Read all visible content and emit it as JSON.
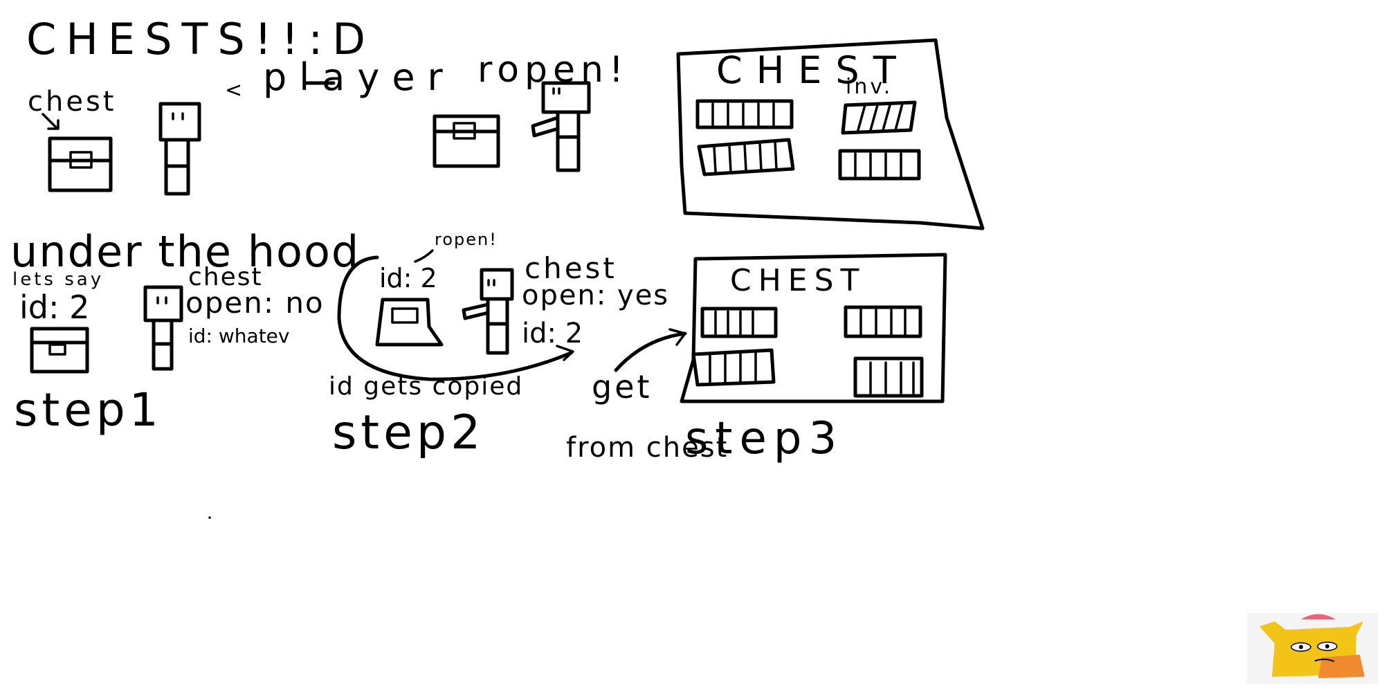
{
  "title": "CHESTS!!:D",
  "top": {
    "chest_label": "chest",
    "player_label": "player",
    "open_label": "ropen!",
    "chest_panel_title": "CHEST",
    "inv_label": "inv."
  },
  "under_hood": {
    "heading": "under the hood",
    "step1": {
      "lets_say": "lets say",
      "chest_id": "id: 2",
      "player_chest": "chest",
      "player_open": "open: no",
      "player_id": "id: whatev",
      "label": "step1"
    },
    "step2": {
      "ropen": "ropen!",
      "chest_id": "id: 2",
      "player_chest": "chest",
      "player_open": "open: yes",
      "player_id": "id: 2",
      "copied": "id gets copied",
      "label": "step2"
    },
    "step3": {
      "get": "get",
      "from_chest": "from chest",
      "panel_title": "CHEST",
      "label": "step3"
    }
  },
  "sticker_icon": "yellow-blob-creature-icon"
}
